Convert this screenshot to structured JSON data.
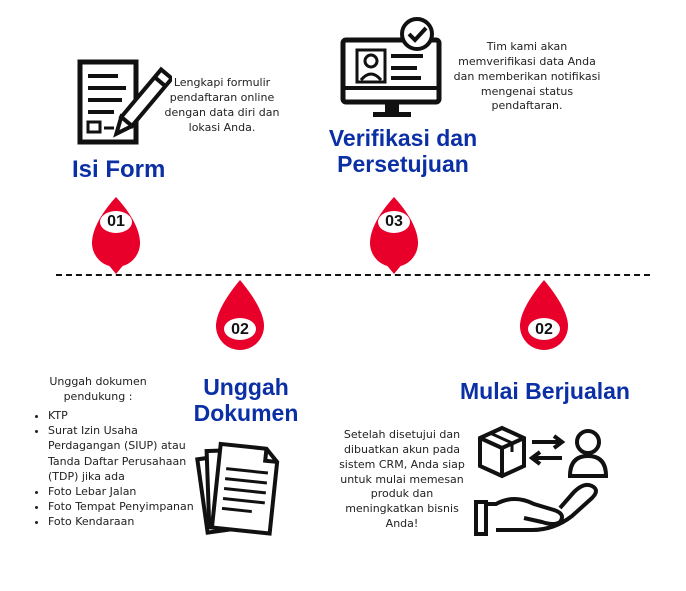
{
  "steps": [
    {
      "number": "01",
      "title_line1": "Isi Form",
      "description": "Lengkapi formulir pendaftaran online dengan data diri dan lokasi Anda."
    },
    {
      "number": "02",
      "title_line1": "Unggah",
      "title_line2": "Dokumen",
      "intro": "Unggah dokumen pendukung :",
      "documents": [
        "KTP",
        "Surat Izin Usaha Perdagangan (SIUP) atau Tanda Daftar Perusahaan (TDP) jika ada",
        "Foto Lebar Jalan",
        "Foto Tempat Penyimpanan",
        "Foto Kendaraan"
      ]
    },
    {
      "number": "03",
      "title_line1": "Verifikasi dan",
      "title_line2": "Persetujuan",
      "description": "Tim kami akan memverifikasi data Anda dan memberikan notifikasi mengenai status pendaftaran."
    },
    {
      "number": "02",
      "title_line1": "Mulai Berjualan",
      "description": "Setelah disetujui dan dibuatkan akun pada sistem CRM, Anda siap untuk mulai memesan produk dan meningkatkan bisnis Anda!"
    }
  ],
  "colors": {
    "pin": "#e8002a",
    "title": "#0b2fa5",
    "timeline": "#111111"
  },
  "icons": [
    "form-pencil-icon",
    "document-stack-icon",
    "verification-monitor-icon",
    "box-handover-icon"
  ]
}
